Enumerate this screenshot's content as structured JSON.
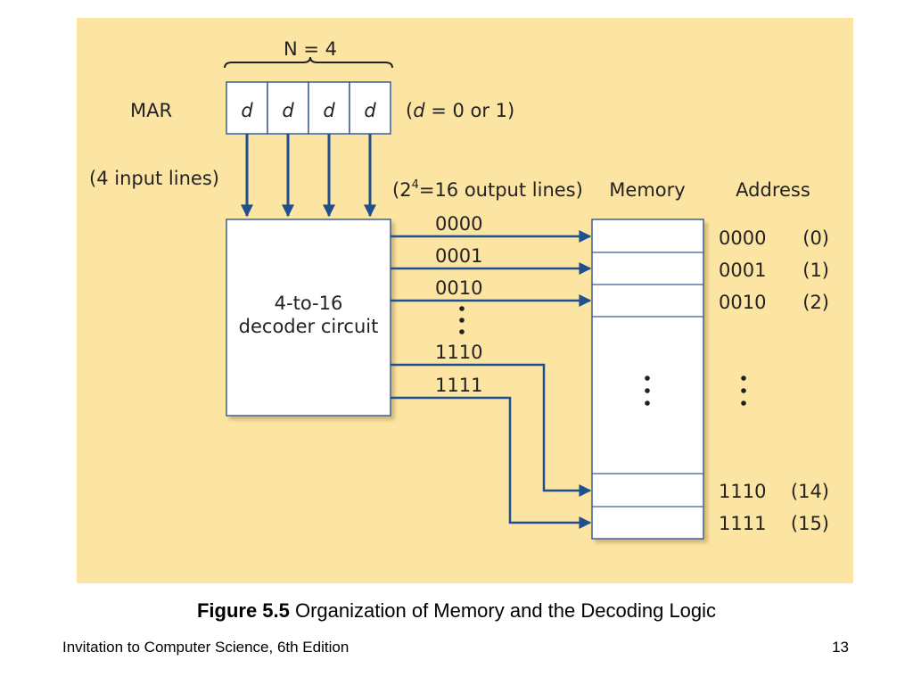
{
  "diagram": {
    "n_label": "N = 4",
    "mar_label": "MAR",
    "mar_bits": [
      "d",
      "d",
      "d",
      "d"
    ],
    "bit_note": {
      "open": "(",
      "var": "d",
      "rest": " = 0 or 1)"
    },
    "input_lines_label": "(4 input lines)",
    "output_lines_label": {
      "pre": "(2",
      "sup": "4",
      "post": "=16 output lines)"
    },
    "memory_label": "Memory",
    "address_label": "Address",
    "decoder_label": [
      "4-to-16",
      "decoder circuit"
    ],
    "line_labels": [
      "0000",
      "0001",
      "0010",
      "1110",
      "1111"
    ],
    "addresses": [
      {
        "bin": "0000",
        "dec": "(0)"
      },
      {
        "bin": "0001",
        "dec": "(1)"
      },
      {
        "bin": "0010",
        "dec": "(2)"
      },
      {
        "bin": "1110",
        "dec": "(14)"
      },
      {
        "bin": "1111",
        "dec": "(15)"
      }
    ],
    "colors": {
      "panel": "#fce5a3",
      "arrow": "#1f4f8f",
      "box_border": "#3a5f95",
      "box_fill": "#ffffff"
    }
  },
  "caption": {
    "label": "Figure 5.5",
    "text": " Organization of Memory and the Decoding Logic"
  },
  "footer": {
    "left": "Invitation to Computer Science, 6th Edition",
    "page": "13"
  }
}
